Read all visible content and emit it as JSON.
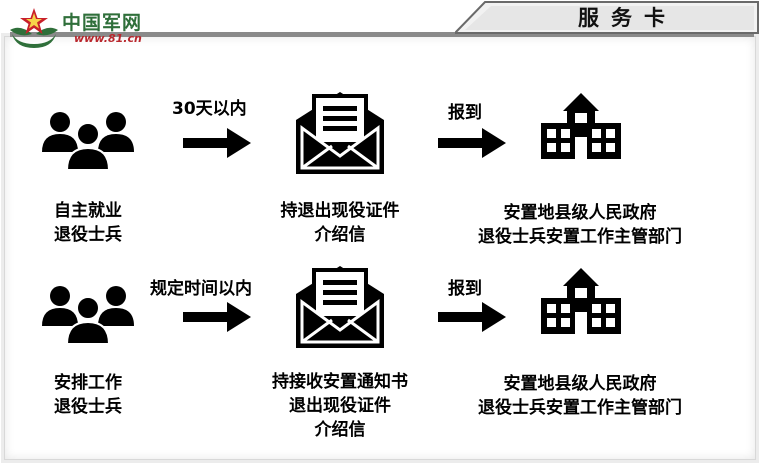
{
  "header": {
    "tab_title": "服务卡",
    "logo_name": "中国军网",
    "logo_url": "www.81.cn"
  },
  "rows": [
    {
      "person_line1": "自主就业",
      "person_line2": "退役士兵",
      "arrow1_label": "30天以内",
      "doc_lines": [
        "持退出现役证件",
        "介绍信"
      ],
      "arrow2_label": "报到",
      "dest_line1": "安置地县级人民政府",
      "dest_line2": "退役士兵安置工作主管部门"
    },
    {
      "person_line1": "安排工作",
      "person_line2": "退役士兵",
      "arrow1_label": "规定时间以内",
      "doc_lines": [
        "持接收安置通知书",
        "退出现役证件",
        "介绍信"
      ],
      "arrow2_label": "报到",
      "dest_line1": "安置地县级人民政府",
      "dest_line2": "退役士兵安置工作主管部门"
    }
  ],
  "icons": [
    "people-group-icon",
    "arrow-right-icon",
    "envelope-letter-icon",
    "government-building-icon"
  ]
}
